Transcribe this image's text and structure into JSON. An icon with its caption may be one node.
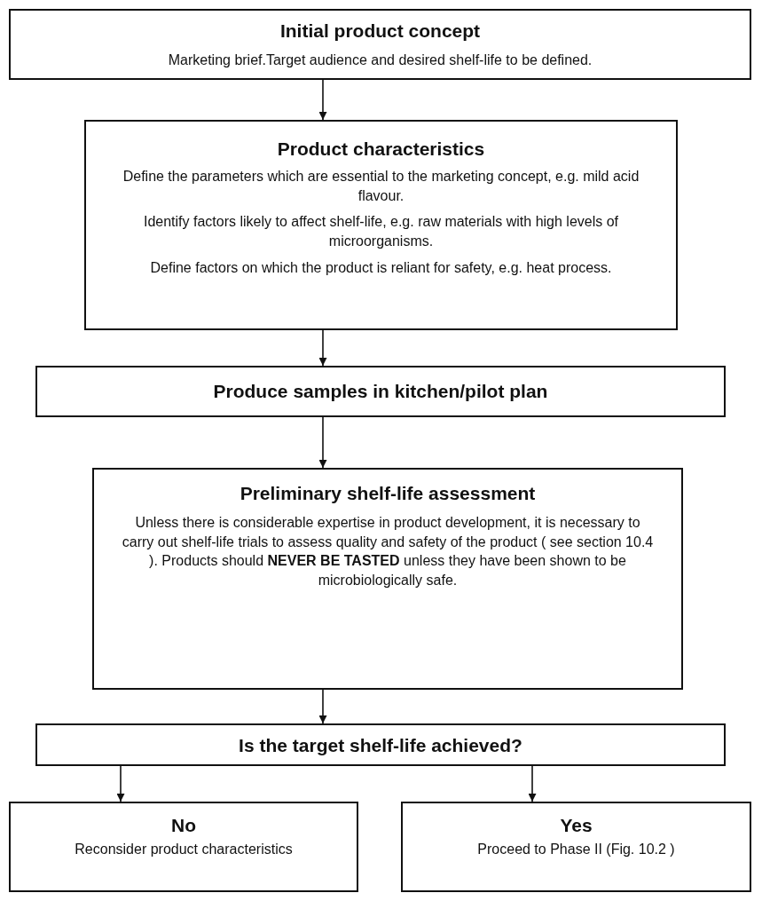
{
  "diagram": {
    "nodes": [
      {
        "text": [
          "Initial product concept",
          "Marketing brief.Target audience and desired shelf-life to be defined."
        ]
      },
      {
        "text": [
          "Product characteristics",
          "Define the parameters which are essential to the marketing concept, e.g. mild acid flavour.",
          "Identify factors likely to affect shelf-life, e.g. raw materials with high levels of microorganisms.",
          "Define factors on which the product is reliant for safety, e.g. heat process."
        ]
      },
      {
        "text": [
          "Produce samples in kitchen/pilot plan"
        ]
      },
      {
        "text": [
          "Preliminary shelf-life assessment",
          "Unless there is considerable expertise in product development, it is necessary to carry out shelf-life trials to assess quality and safety of the product ( see section 10.4 ). Products should  **NEVER BE TASTED**  unless they have been shown to be microbiologically safe."
        ]
      },
      {
        "text": [
          "Is the target shelf-life achieved?"
        ]
      },
      {
        "text": [
          "No",
          "Reconsider product characteristics"
        ]
      },
      {
        "text": [
          "Yes",
          "Proceed to Phase II  (Fig. 10.2 )"
        ]
      }
    ],
    "edges": [
      {
        "from": 0,
        "to": 1,
        "arrow": "to"
      },
      {
        "from": 1,
        "to": 2,
        "arrow": "to"
      },
      {
        "from": 2,
        "to": 3,
        "arrow": "to"
      },
      {
        "from": 3,
        "to": 4,
        "arrow": "to"
      },
      {
        "from": 4,
        "to": 5,
        "arrow": "to"
      },
      {
        "from": 4,
        "to": 6,
        "arrow": "to"
      }
    ]
  }
}
